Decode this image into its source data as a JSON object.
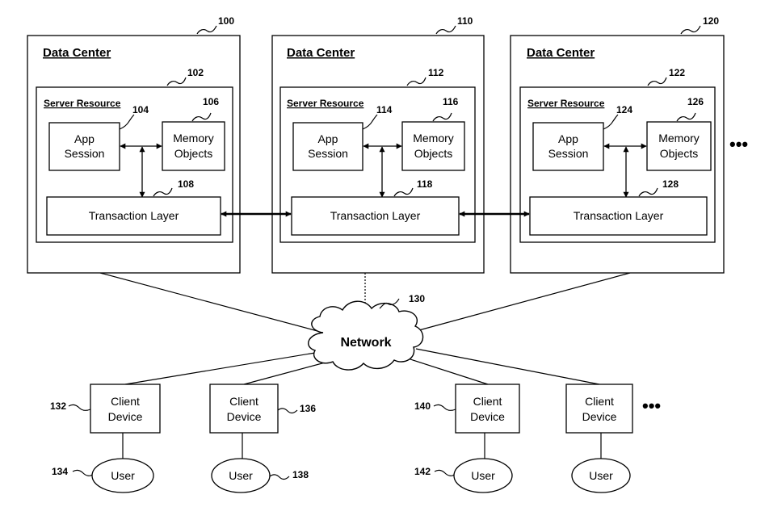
{
  "data_centers": [
    {
      "title": "Data Center",
      "ref": "100",
      "server_resource": {
        "title": "Server Resource",
        "ref": "102"
      },
      "app_session": {
        "line1": "App",
        "line2": "Session",
        "ref": "104"
      },
      "memory_objects": {
        "line1": "Memory",
        "line2": "Objects",
        "ref": "106"
      },
      "transaction_layer": {
        "label": "Transaction Layer",
        "ref": "108"
      }
    },
    {
      "title": "Data Center",
      "ref": "110",
      "server_resource": {
        "title": "Server Resource",
        "ref": "112"
      },
      "app_session": {
        "line1": "App",
        "line2": "Session",
        "ref": "114"
      },
      "memory_objects": {
        "line1": "Memory",
        "line2": "Objects",
        "ref": "116"
      },
      "transaction_layer": {
        "label": "Transaction Layer",
        "ref": "118"
      }
    },
    {
      "title": "Data Center",
      "ref": "120",
      "server_resource": {
        "title": "Server Resource",
        "ref": "122"
      },
      "app_session": {
        "line1": "App",
        "line2": "Session",
        "ref": "124"
      },
      "memory_objects": {
        "line1": "Memory",
        "line2": "Objects",
        "ref": "126"
      },
      "transaction_layer": {
        "label": "Transaction Layer",
        "ref": "128"
      }
    }
  ],
  "network": {
    "label": "Network",
    "ref": "130"
  },
  "clients": [
    {
      "line1": "Client",
      "line2": "Device",
      "ref": "132",
      "user_label": "User",
      "user_ref": "134"
    },
    {
      "line1": "Client",
      "line2": "Device",
      "ref": "136",
      "user_label": "User",
      "user_ref": "138"
    },
    {
      "line1": "Client",
      "line2": "Device",
      "ref": "140",
      "user_label": "User",
      "user_ref": "142"
    },
    {
      "line1": "Client",
      "line2": "Device",
      "user_label": "User"
    }
  ],
  "ellipsis": "•••"
}
